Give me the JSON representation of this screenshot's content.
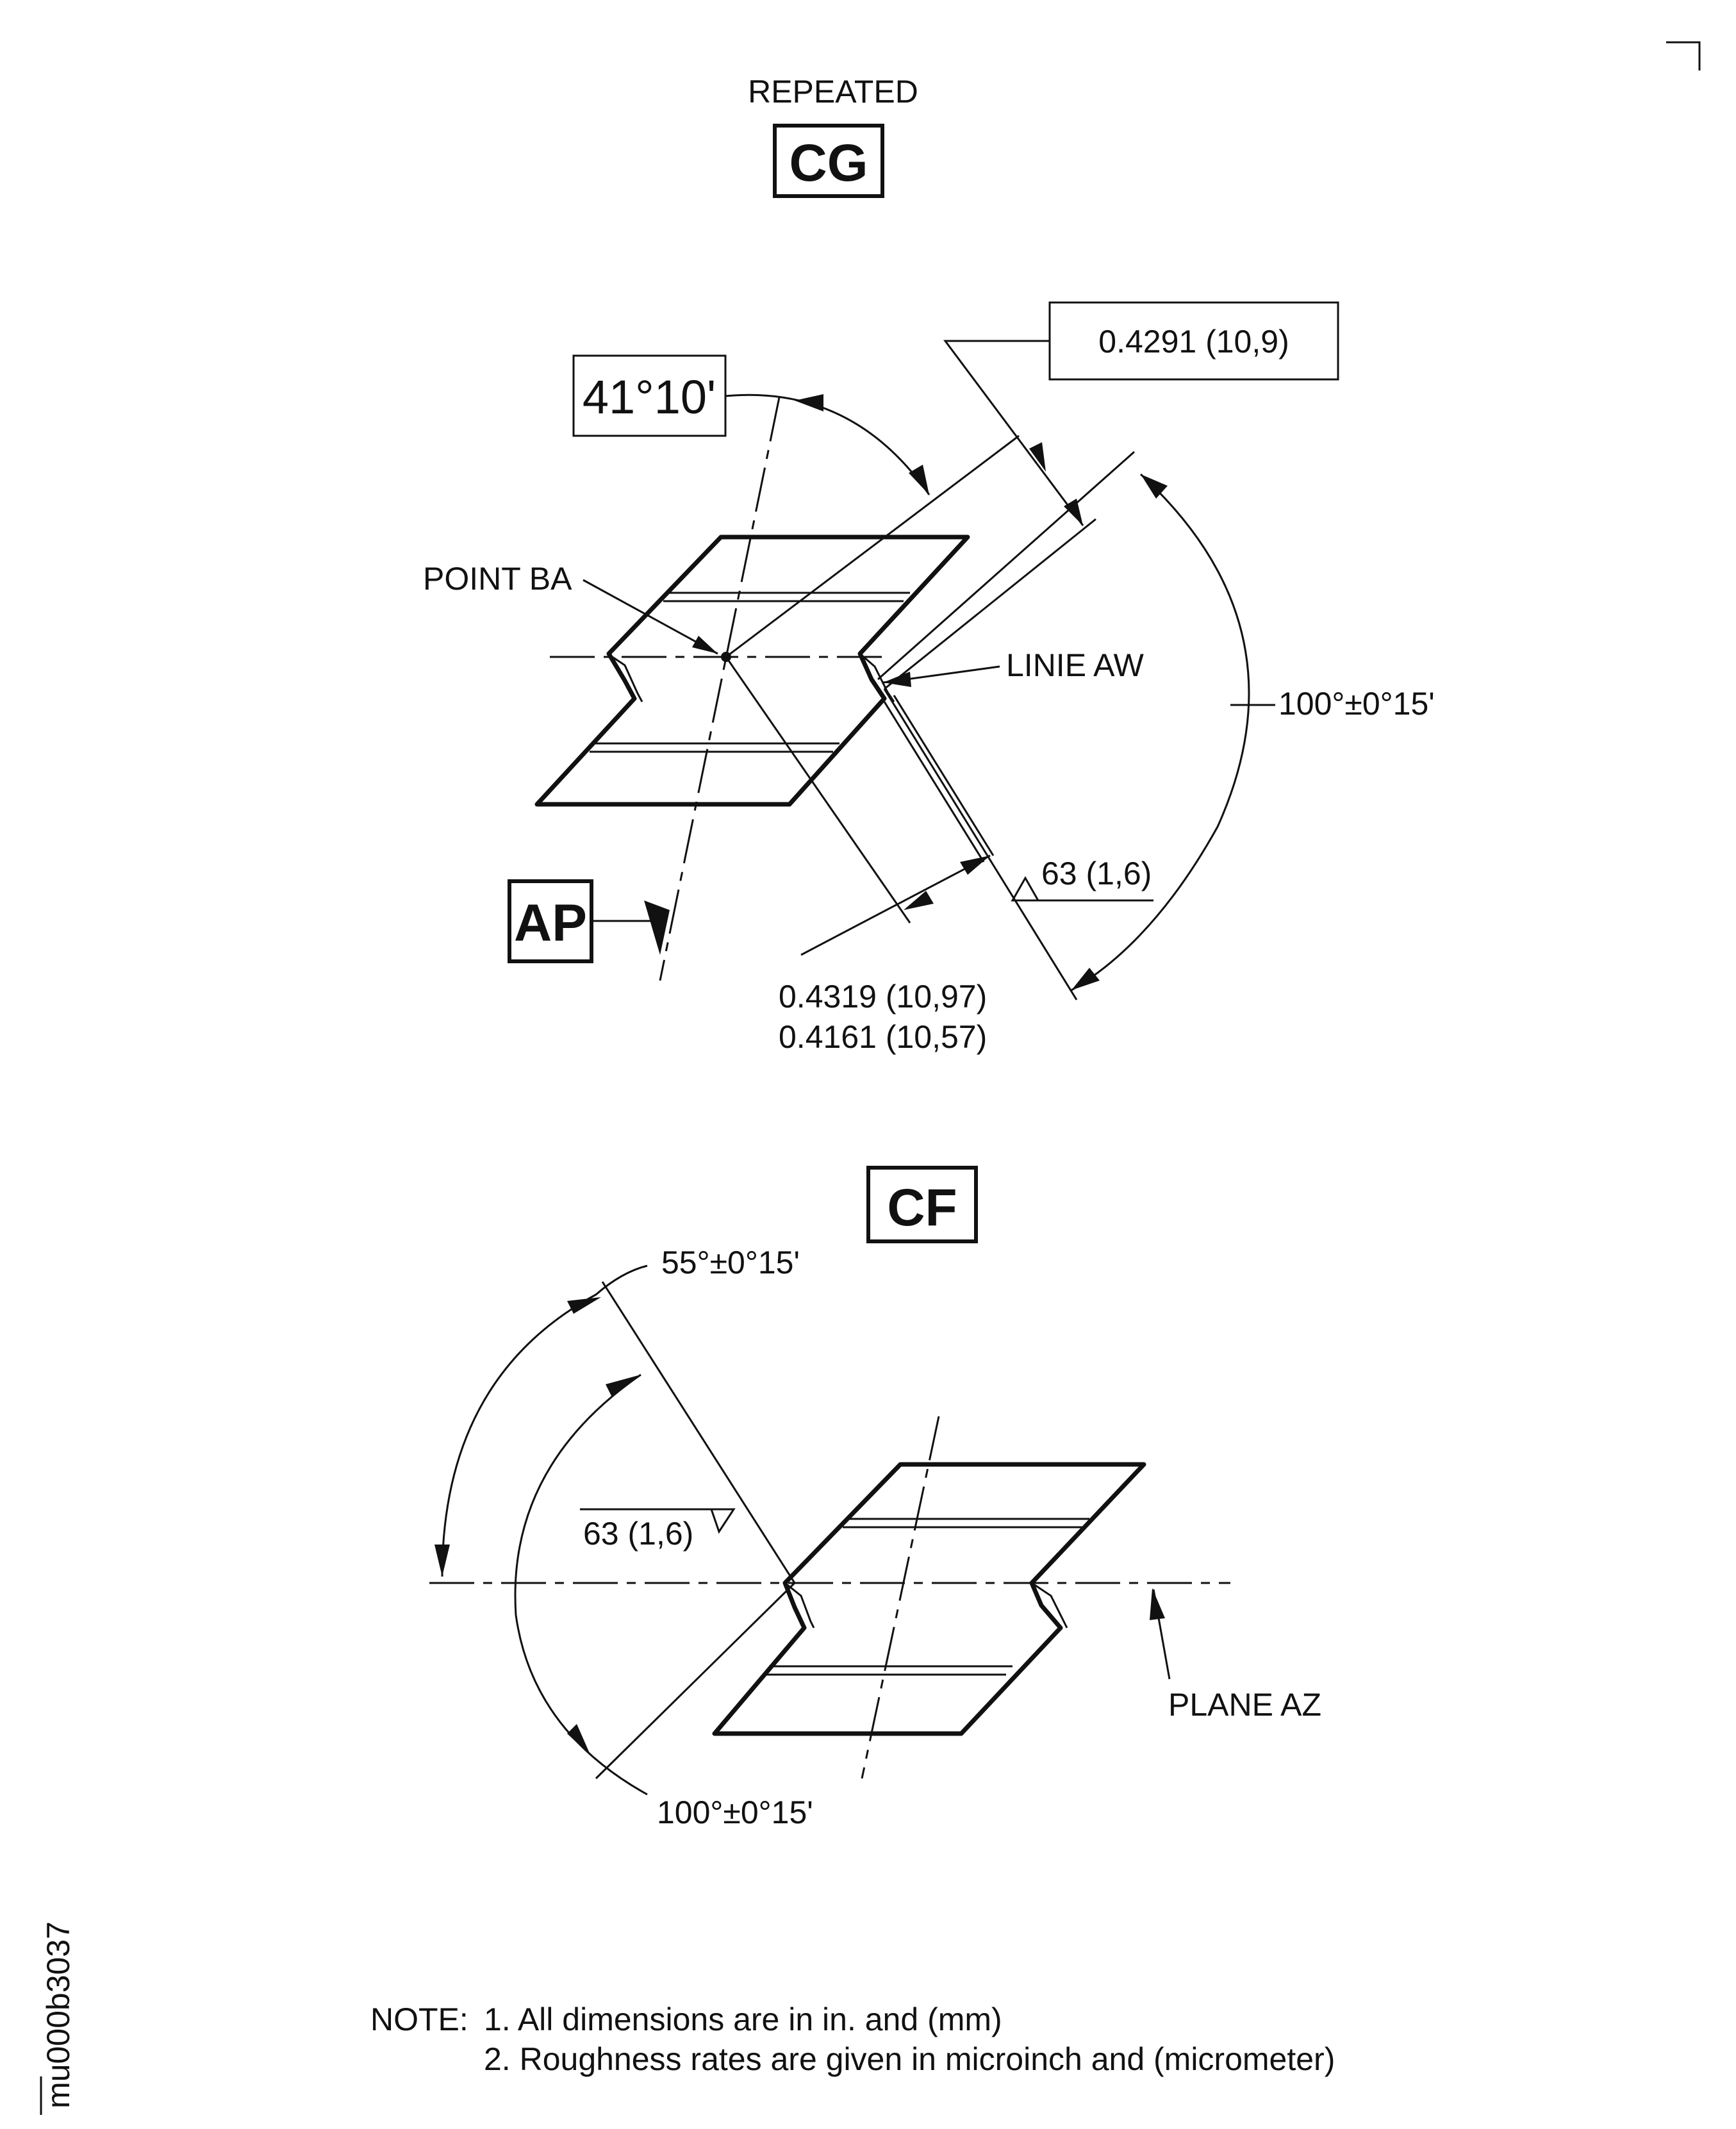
{
  "top_view": {
    "repeated_label": "REPEATED",
    "view_id": "CG",
    "angle_box": "41°10'",
    "dim_top": "0.4291 (10,9)",
    "point_label": "POINT BA",
    "line_label": "LINIE AW",
    "angle_right": "100°±0°15'",
    "roughness": "63 (1,6)",
    "datum_box": "AP",
    "dim_bottom_1": "0.4319 (10,97)",
    "dim_bottom_2": "0.4161 (10,57)"
  },
  "bottom_view": {
    "view_id": "CF",
    "angle_top": "55°±0°15'",
    "roughness": "63 (1,6)",
    "plane_label": "PLANE AZ",
    "angle_bottom": "100°±0°15'"
  },
  "notes": {
    "prefix": "NOTE:",
    "line_1": "1. All dimensions are in in. and (mm)",
    "line_2": "2. Roughness rates are given in microinch and (micrometer)"
  },
  "figure_code": "mu000b3037"
}
